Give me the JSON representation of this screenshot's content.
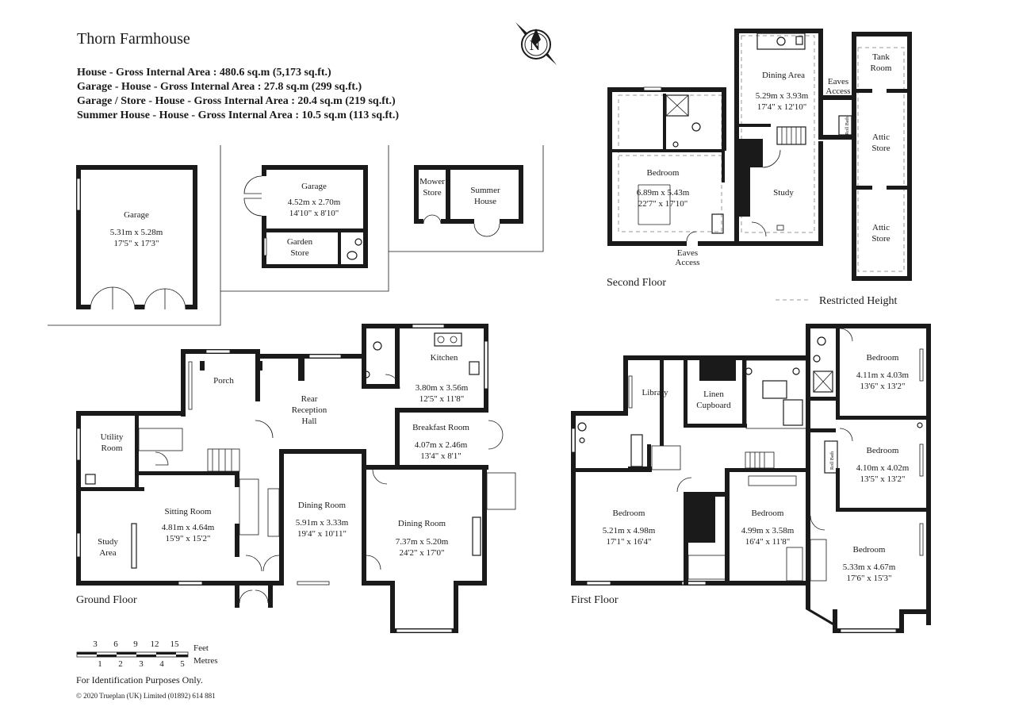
{
  "title": "Thorn Farmhouse",
  "areas": [
    "House - Gross Internal Area  :  480.6 sq.m   (5,173 sq.ft.)",
    "Garage - House - Gross Internal Area  :  27.8 sq.m   (299 sq.ft.)",
    "Garage / Store - House - Gross Internal Area  :  20.4 sq.m   (219 sq.ft.)",
    "Summer House - House - Gross Internal Area  :  10.5 sq.m   (113 sq.ft.)"
  ],
  "compass": "N",
  "outbuildings": {
    "garage1": {
      "name": "Garage",
      "m": "5.31m  x  5.28m",
      "ft": "17'5\"  x  17'3\""
    },
    "garage2": {
      "name": "Garage",
      "m": "4.52m  x  2.70m",
      "ft": "14'10\"  x  8'10\""
    },
    "garden_store": [
      "Garden",
      "Store"
    ],
    "mower_store": [
      "Mower",
      "Store"
    ],
    "summer_house": [
      "Summer",
      "House"
    ]
  },
  "ground_floor": {
    "label": "Ground Floor",
    "porch": "Porch",
    "rear_reception": [
      "Rear",
      "Reception",
      "Hall"
    ],
    "kitchen": {
      "name": "Kitchen",
      "m": "3.80m  x  3.56m",
      "ft": "12'5\"  x  11'8\""
    },
    "breakfast": {
      "name": "Breakfast Room",
      "m": "4.07m  x  2.46m",
      "ft": "13'4\"  x  8'1\""
    },
    "utility": [
      "Utility",
      "Room"
    ],
    "sitting": {
      "name": "Sitting Room",
      "m": "4.81m  x  4.64m",
      "ft": "15'9\"  x  15'2\""
    },
    "study_area": [
      "Study",
      "Area"
    ],
    "dining1": {
      "name": "Dining Room",
      "m": "5.91m  x  3.33m",
      "ft": "19'4\"  x  10'11\""
    },
    "dining2": {
      "name": "Dining Room",
      "m": "7.37m  x  5.20m",
      "ft": "24'2\"  x  17'0\""
    }
  },
  "first_floor": {
    "label": "First Floor",
    "library": "Library",
    "linen": [
      "Linen",
      "Cupboard"
    ],
    "bed_a": {
      "name": "Bedroom",
      "m": "5.21m  x  4.98m",
      "ft": "17'1\"  x  16'4\""
    },
    "bed_b": {
      "name": "Bedroom",
      "m": "4.99m  x  3.58m",
      "ft": "16'4\"  x  11'8\""
    },
    "bed_c": {
      "name": "Bedroom",
      "m": "4.11m  x  4.03m",
      "ft": "13'6\"  x  13'2\""
    },
    "bed_d": {
      "name": "Bedroom",
      "m": "4.10m  x  4.02m",
      "ft": "13'5\"  x  13'2\""
    },
    "bed_e": {
      "name": "Bedroom",
      "m": "5.33m  x  4.67m",
      "ft": "17'6\"  x  15'3\""
    },
    "roll_top_bath": "Roll Bath"
  },
  "second_floor": {
    "label": "Second Floor",
    "dining_area": {
      "name": "Dining Area",
      "m": "5.29m  x  3.93m",
      "ft": "17'4\"  x  12'10\""
    },
    "bedroom": {
      "name": "Bedroom",
      "m": "6.89m  x  5.43m",
      "ft": "22'7\"  x  17'10\""
    },
    "study": "Study",
    "eaves_top": [
      "Eaves",
      "Access"
    ],
    "eaves_bottom": [
      "Eaves",
      "Access"
    ],
    "tank_room": [
      "Tank",
      "Room"
    ],
    "attic1": [
      "Attic",
      "Store"
    ],
    "attic2": [
      "Attic",
      "Store"
    ],
    "roll_bath": "Roll Bath"
  },
  "legend": {
    "restricted": "Restricted Height"
  },
  "scale": {
    "feet_ticks": [
      "3",
      "6",
      "9",
      "12",
      "15"
    ],
    "feet": "Feet",
    "metre_ticks": [
      "1",
      "2",
      "3",
      "4",
      "5"
    ],
    "metres": "Metres"
  },
  "disclaimer": "For Identification Purposes Only.",
  "copyright": "© 2020 Trueplan (UK) Limited  (01892) 614 881"
}
